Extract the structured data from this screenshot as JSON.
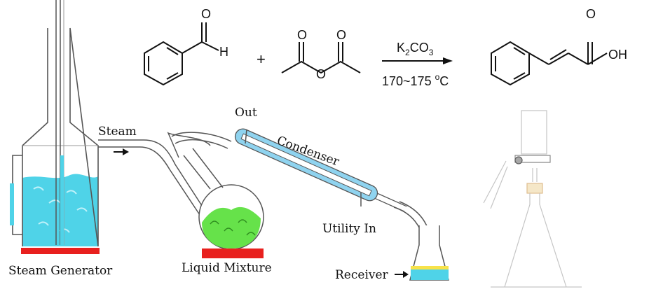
{
  "reaction": {
    "aldehyde_atom": "H",
    "plus": "+",
    "anhydride_atom": "O",
    "reagent_K": "K",
    "reagent_sub2": "2",
    "reagent_CO": "CO",
    "reagent_sub3": "3",
    "temp_value": "170~175 ",
    "temp_deg": "o",
    "temp_unit": "C",
    "product_OH": "OH"
  },
  "apparatus": {
    "steam_generator": "Steam Generator",
    "steam": "Steam",
    "liquid_mixture": "Liquid Mixture",
    "out": "Out",
    "condenser": "Condenser",
    "utility_in": "Utility In",
    "receiver": "Receiver"
  },
  "colors": {
    "water": "#4fd3e8",
    "liquid_green": "#66e24a",
    "heater_red": "#e8201e",
    "condenser_blue": "#8fd3ef",
    "receiver_yellow": "#f7e24a",
    "glass_line": "#666666"
  }
}
